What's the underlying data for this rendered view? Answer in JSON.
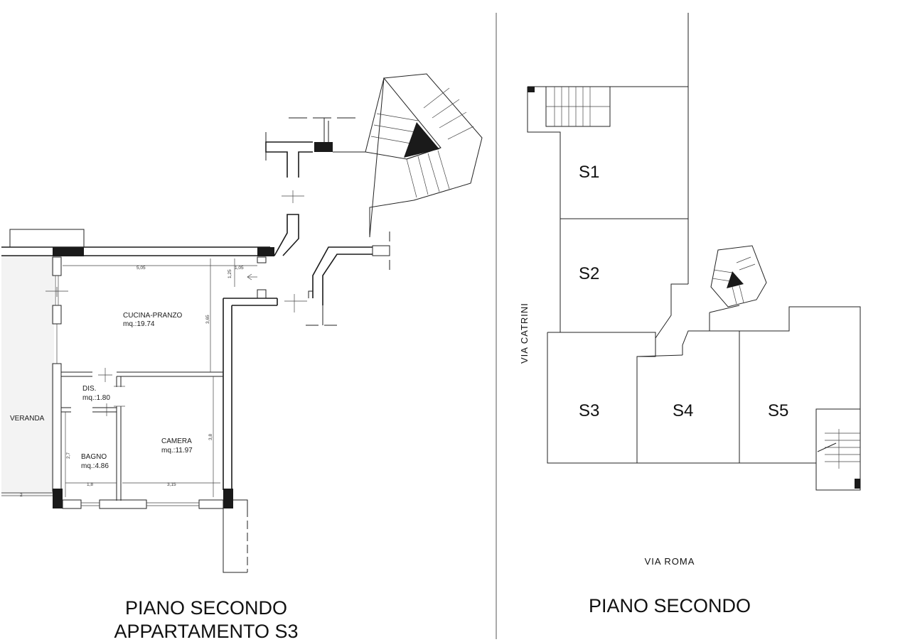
{
  "left_plan": {
    "title_line1": "PIANO SECONDO",
    "title_line2": "APPARTAMENTO S3",
    "rooms": {
      "cucina_name": "CUCINA-PRANZO",
      "cucina_area": "mq.:19.74",
      "dis_name": "DIS.",
      "dis_area": "mq.:1.80",
      "camera_name": "CAMERA",
      "camera_area": "mq.:11.97",
      "bagno_name": "BAGNO",
      "bagno_area": "mq.:4.86",
      "veranda_name": "VERANDA"
    },
    "dimensions": {
      "d505": "5,05",
      "d105": "1,05",
      "d125": "1,25",
      "d365": "3,65",
      "d38": "3,8",
      "d27": "2,7",
      "d18": "1,8",
      "d315": "3,15",
      "d2": "2"
    }
  },
  "right_plan": {
    "title": "PIANO SECONDO",
    "units": [
      "S1",
      "S2",
      "S3",
      "S4",
      "S5"
    ],
    "street_left": "VIA CATRINI",
    "street_bottom": "VIA ROMA"
  }
}
